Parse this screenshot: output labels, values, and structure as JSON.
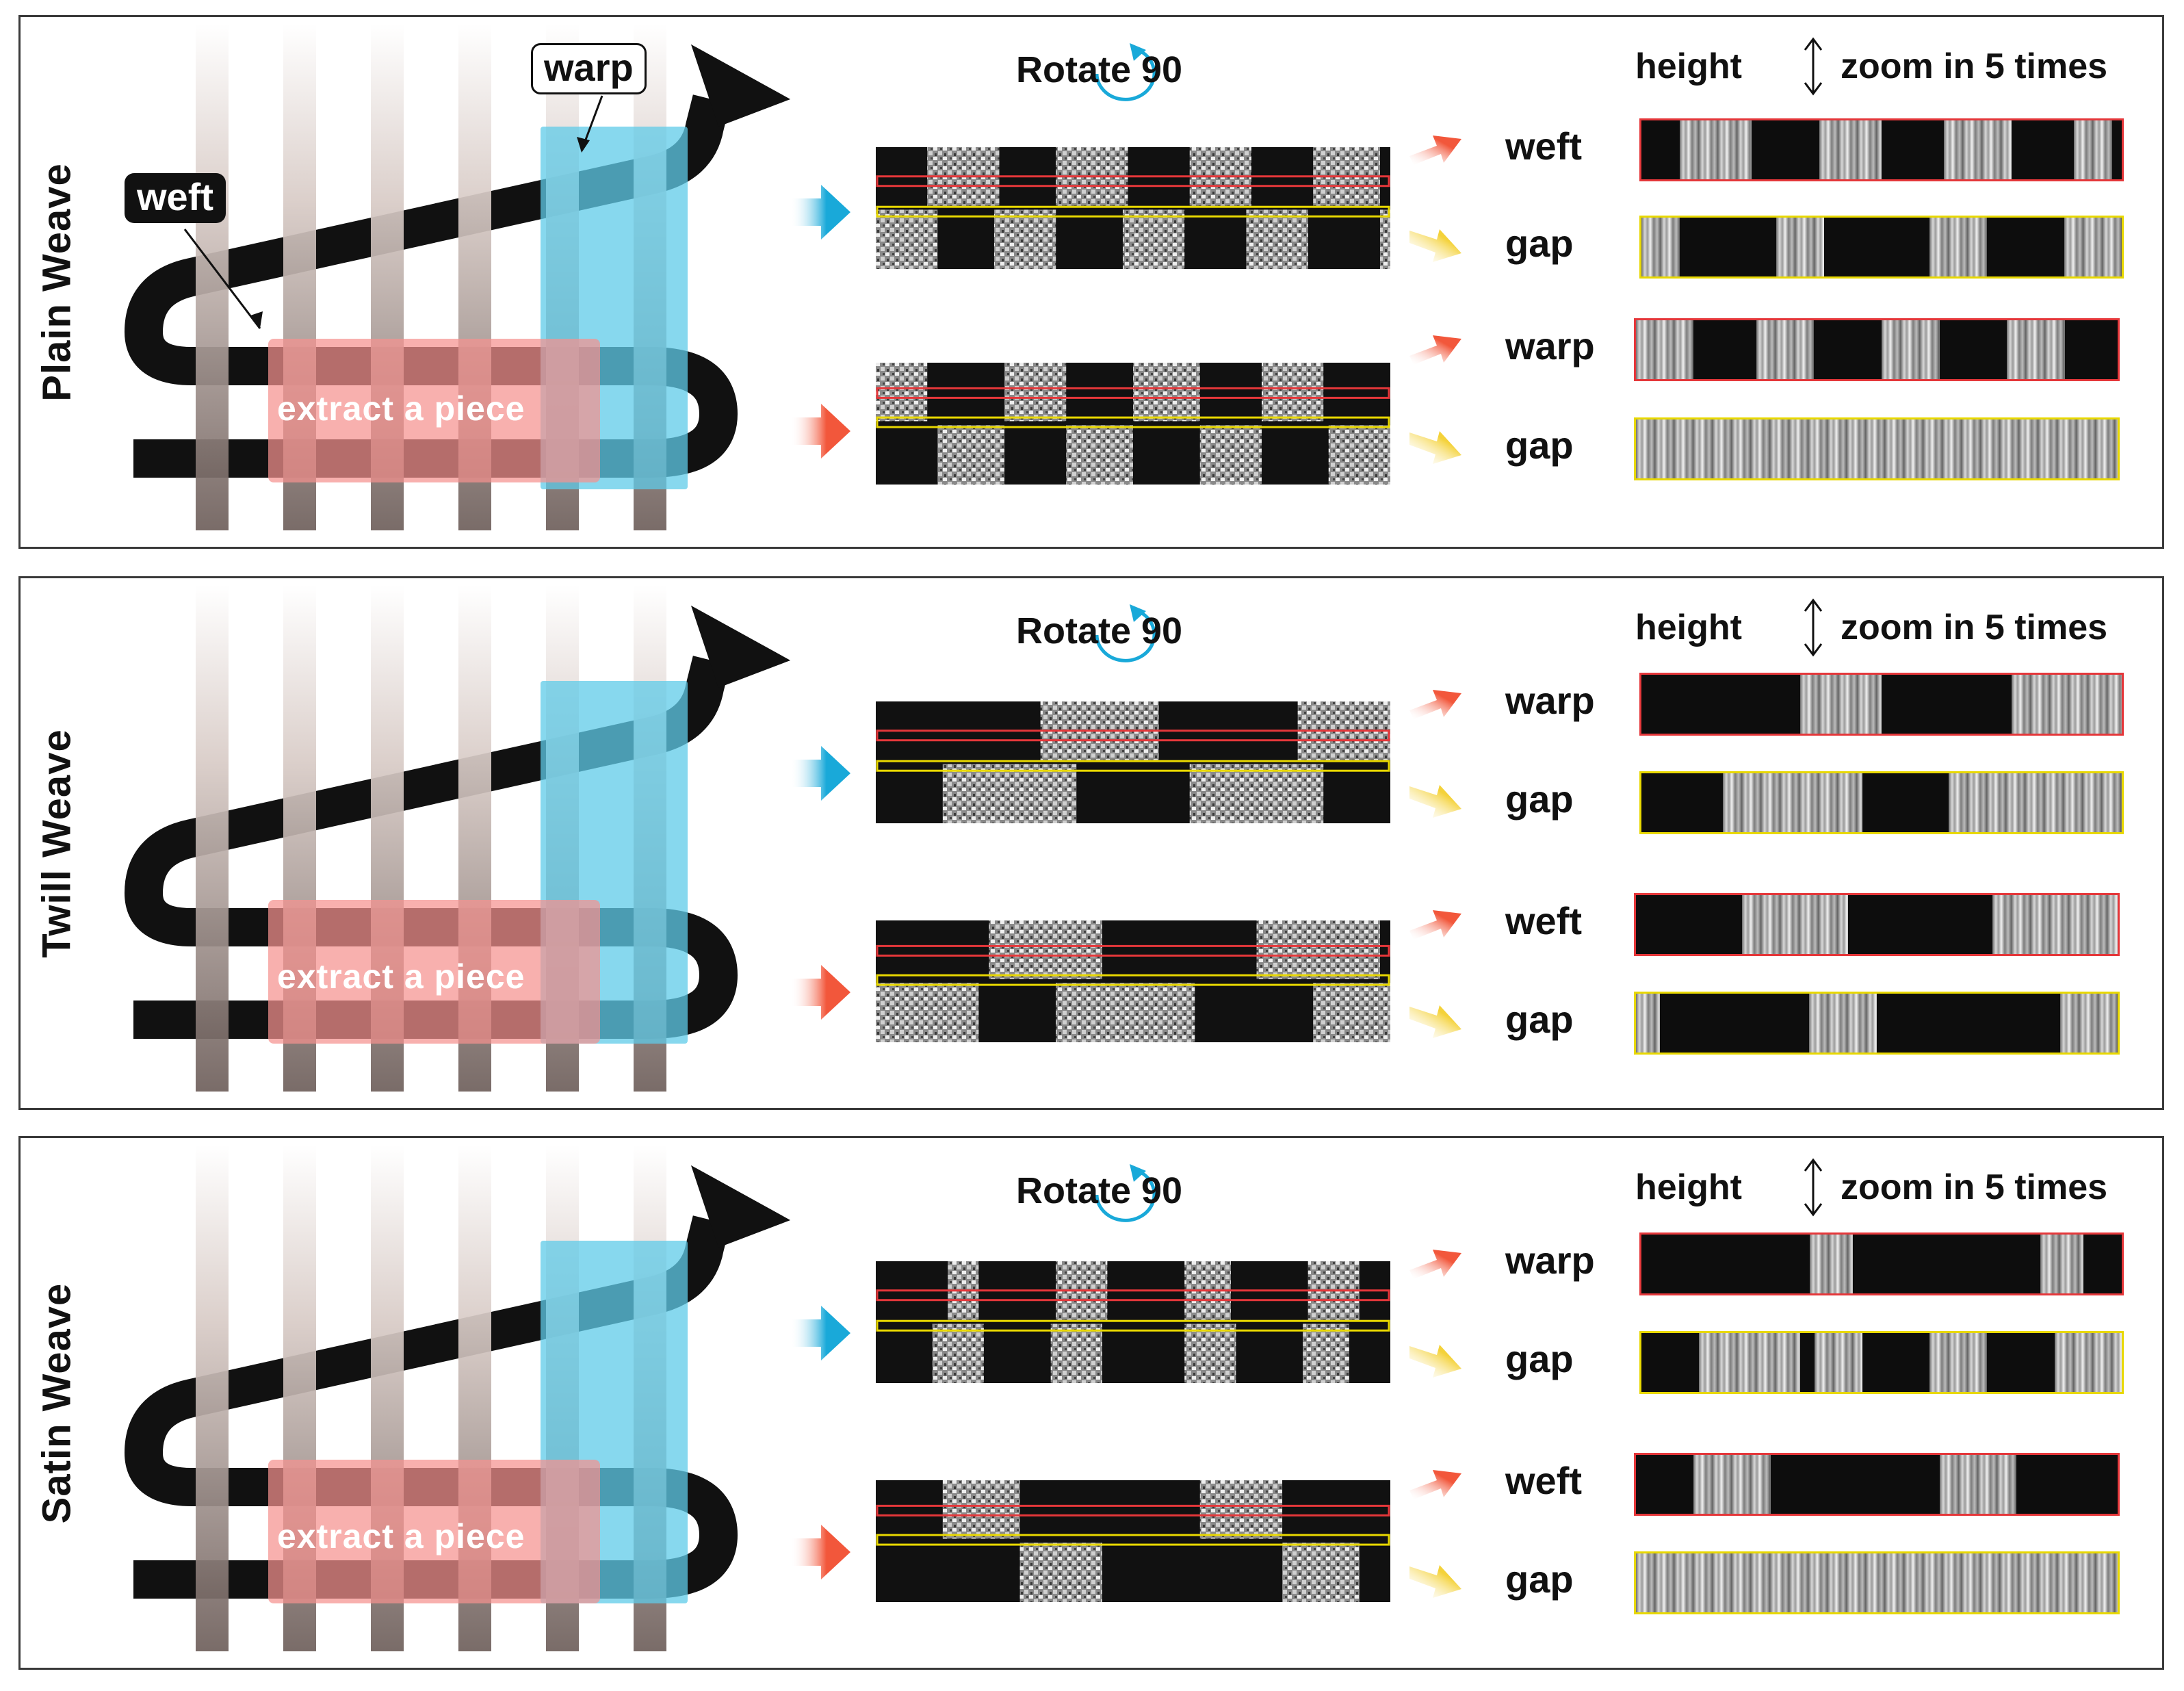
{
  "panels": [
    {
      "label": "Plain Weave",
      "rotate": "Rotate 90",
      "height": "height",
      "zoom": "zoom in 5 times",
      "extract": "extract a piece",
      "tags": {
        "weft": "weft",
        "warp": "warp"
      },
      "strips": [
        "weft",
        "gap",
        "warp",
        "gap"
      ]
    },
    {
      "label": "Twill Weave",
      "rotate": "Rotate 90",
      "height": "height",
      "zoom": "zoom in 5 times",
      "extract": "extract a piece",
      "strips": [
        "warp",
        "gap",
        "weft",
        "gap"
      ]
    },
    {
      "label": "Satin Weave",
      "rotate": "Rotate 90",
      "height": "height",
      "zoom": "zoom in 5 times",
      "extract": "extract a piece",
      "strips": [
        "warp",
        "gap",
        "weft",
        "gap"
      ]
    }
  ],
  "colors": {
    "red_outline": "#e5373a",
    "yellow_outline": "#e8d800",
    "cyan_arrow": "#19a9d9",
    "red_arrow": "#f2573b",
    "yellow_arrow": "#f4d23a",
    "warp_highlight": "#5fcbe8",
    "weft_highlight": "#f5928f"
  }
}
